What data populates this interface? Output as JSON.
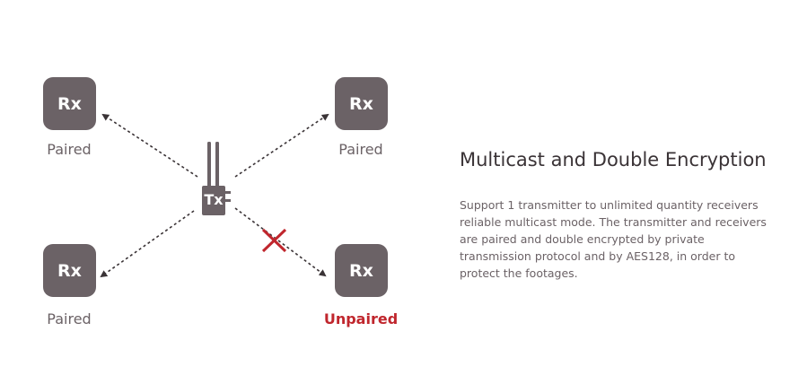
{
  "diagram": {
    "transmitter": {
      "label": "Tx"
    },
    "receivers": [
      {
        "label": "Rx",
        "status": "Paired"
      },
      {
        "label": "Rx",
        "status": "Paired"
      },
      {
        "label": "Rx",
        "status": "Paired"
      },
      {
        "label": "Rx",
        "status": "Unpaired"
      }
    ],
    "colors": {
      "device": "#6b6266",
      "link": "#3a3336",
      "unpaired": "#c0262d"
    }
  },
  "content": {
    "heading": "Multicast and Double Encryption",
    "description": "Support 1 transmitter to unlimited quantity receivers reliable multicast mode. The transmitter and receivers are paired and double encrypted by private transmission protocol and by AES128, in order to protect the footages."
  }
}
